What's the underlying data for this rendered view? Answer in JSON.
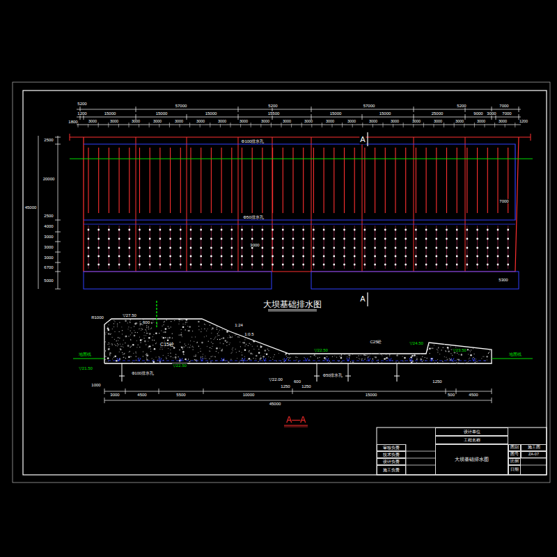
{
  "diagram": {
    "title": "大坝基础排水图",
    "nodes": [
      {
        "text": [
          "设计单位"
        ]
      },
      {
        "text": [
          "工程名称"
        ]
      },
      {
        "text": [
          "审核负责"
        ]
      },
      {
        "text": [
          "技术负责"
        ]
      },
      {
        "text": [
          "设计负责"
        ]
      },
      {
        "text": [
          "施工负责"
        ]
      },
      {
        "text": [
          "大坝基础排水图"
        ]
      },
      {
        "text": [
          "图别"
        ]
      },
      {
        "text": [
          "施工图"
        ]
      },
      {
        "text": [
          "图号"
        ]
      },
      {
        "text": [
          "ZA-07"
        ]
      },
      {
        "text": [
          "比例"
        ]
      },
      {
        "text": [
          "日期"
        ]
      }
    ],
    "labels": [
      "5200",
      "57000",
      "5200",
      "57000",
      "5200",
      "7000",
      "1200",
      "15000",
      "15000",
      "15000",
      "15500",
      "15000",
      "15000",
      "25000",
      "9000",
      "3000",
      "7000",
      "1800",
      "3000",
      "3000",
      "3000",
      "3000",
      "3000",
      "3000",
      "3000",
      "3000",
      "3000",
      "3000",
      "3000",
      "3000",
      "3000",
      "3000",
      "3000",
      "3000",
      "3000",
      "3000",
      "3000",
      "3000",
      "1200",
      "2500",
      "20000",
      "45000",
      "2500",
      "4000",
      "3000",
      "3000",
      "3000",
      "6700",
      "5000",
      "Φ100排水孔",
      "Φ50排水孔",
      "3000",
      "7000",
      "5300",
      "A",
      "A",
      "R1000",
      "▽27.50",
      "600",
      "C15砼",
      "1:24",
      "1:0.5",
      "▽22.50",
      "C25砼",
      "▽24.50",
      "▽23.50",
      "▽22.50",
      "▽21.50",
      "地面线",
      "地面线",
      "▽22.00",
      "Φ100排水孔",
      "Φ50排水孔",
      "1000",
      "3000",
      "4500",
      "5500",
      "10000",
      "15000",
      "500",
      "4500",
      "45000",
      "600",
      "1250",
      "1250",
      "1250",
      "A—A"
    ]
  }
}
